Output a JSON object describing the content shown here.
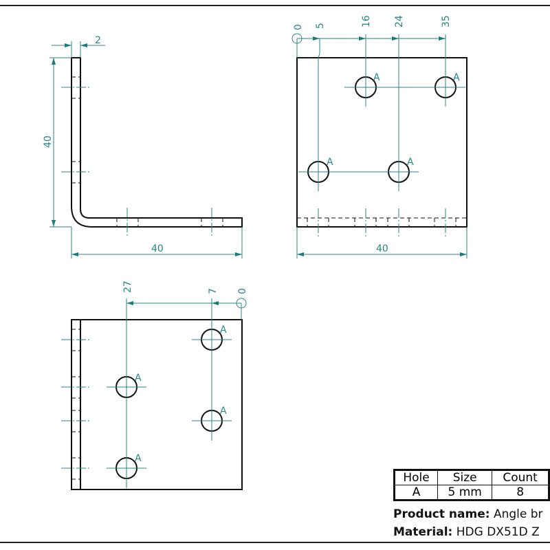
{
  "side_view": {
    "thickness": "2",
    "height": "40",
    "width": "40"
  },
  "front_view": {
    "origin": "0",
    "x_dims": [
      "5",
      "16",
      "24",
      "35"
    ],
    "width": "40",
    "hole_label": "A"
  },
  "bottom_view": {
    "origin": "0",
    "x_dims": [
      "7",
      "27"
    ],
    "hole_label": "A"
  },
  "hole_table": {
    "headers": [
      "Hole",
      "Size",
      "Count"
    ],
    "rows": [
      [
        "A",
        "5 mm",
        "8"
      ]
    ]
  },
  "info": {
    "product_label": "Product name:",
    "product_value": "Angle br",
    "material_label": "Material:",
    "material_value": "HDG DX51D Z"
  },
  "colors": {
    "dimension": "#2a8585",
    "outline": "#111111"
  }
}
